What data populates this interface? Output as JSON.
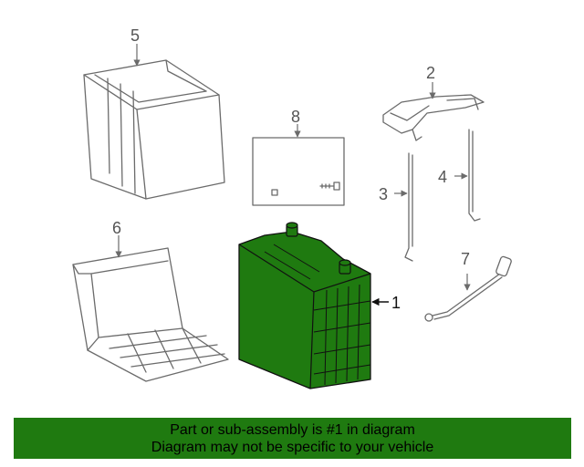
{
  "callouts": {
    "part_1": "1",
    "part_2": "2",
    "part_3": "3",
    "part_4": "4",
    "part_5": "5",
    "part_6": "6",
    "part_7": "7",
    "part_8": "8"
  },
  "highlight_color": "#1f7a10",
  "banner": {
    "line1": "Part or sub-assembly is #1 in diagram",
    "line2": "Diagram may not be specific to your vehicle"
  }
}
